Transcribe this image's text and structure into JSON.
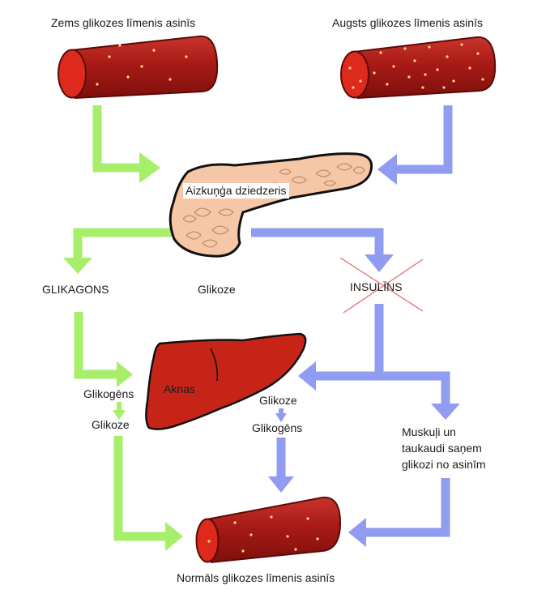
{
  "title_low": "Zems glikozes līmenis asinīs",
  "title_high": "Augsts glikozes līmenis asinīs",
  "pancreas_label": "Aizkuņģa dziedzeris",
  "glucagon_label": "GLIKAGONS",
  "glucose_center_label": "Glikoze",
  "insulin_label": "INSULĪNS",
  "liver_label": "Aknas",
  "glycogen_left_label": "Glikogēns",
  "glucose_left_label": "Glikoze",
  "glucose_mid_label": "Glikoze",
  "glycogen_mid_label": "Glikogēns",
  "muscle_label": "Muskuļi un\ntaukaudi saņem\nglikozi no asinīm",
  "normal_label": "Normāls glikozes līmenis asinīs",
  "colors": {
    "glucagon_arrow": "#a7ee6b",
    "insulin_arrow": "#8f9cf0",
    "vessel": "#b3201c",
    "vessel_end": "#dd2a1c",
    "liver": "#c72418",
    "pancreas": "#f5c7a6",
    "cross": "#e07070"
  }
}
